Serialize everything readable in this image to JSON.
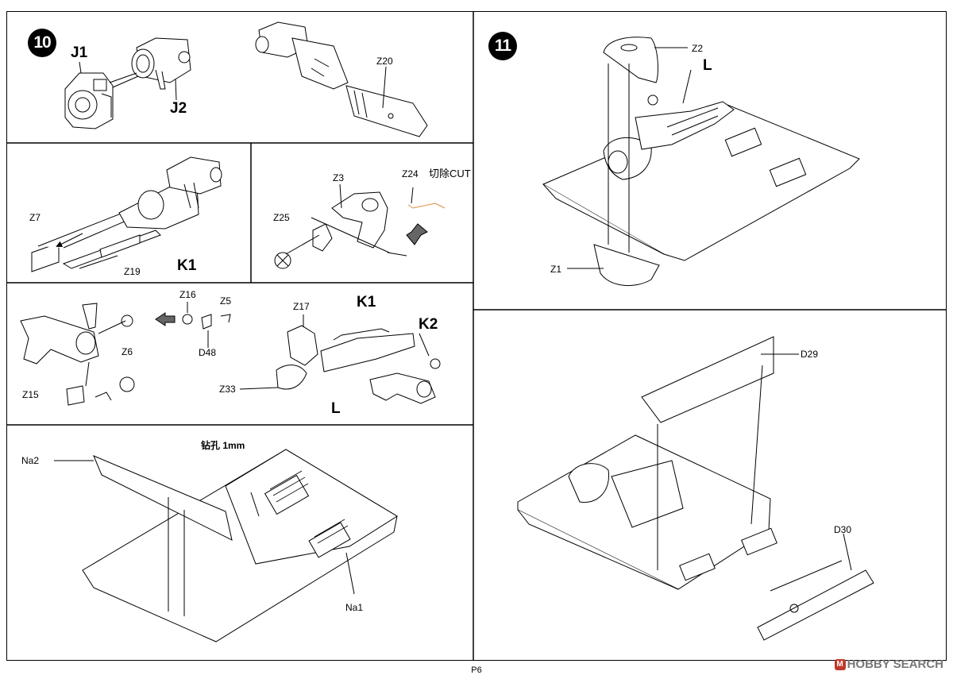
{
  "steps": {
    "step10": "10",
    "step11": "11"
  },
  "panel_a": {
    "j1": "J1",
    "j2": "J2",
    "z20": "Z20"
  },
  "panel_b": {
    "z7": "Z7",
    "z19": "Z19",
    "k1": "K1"
  },
  "panel_c": {
    "z3": "Z3",
    "z24": "Z24",
    "z25": "Z25",
    "cut_note": "切除CUT"
  },
  "panel_d": {
    "z16": "Z16",
    "z5": "Z5",
    "d48": "D48",
    "z6": "Z6",
    "z15": "Z15",
    "z17": "Z17",
    "k1": "K1",
    "k2": "K2",
    "z33": "Z33",
    "l": "L"
  },
  "panel_e": {
    "na2": "Na2",
    "na1": "Na1",
    "drill_note": "钻孔 1mm"
  },
  "panel_f": {
    "z2": "Z2",
    "l": "L",
    "z1": "Z1"
  },
  "panel_g": {
    "d29": "D29",
    "d30": "D30"
  },
  "footer": {
    "page": "P6",
    "watermark_logo": "M",
    "watermark": "HOBBY SEARCH"
  },
  "colors": {
    "line": "#000000",
    "cut_highlight": "#e08a3c",
    "watermark": "#777777",
    "watermark_logo": "#c0392b"
  }
}
